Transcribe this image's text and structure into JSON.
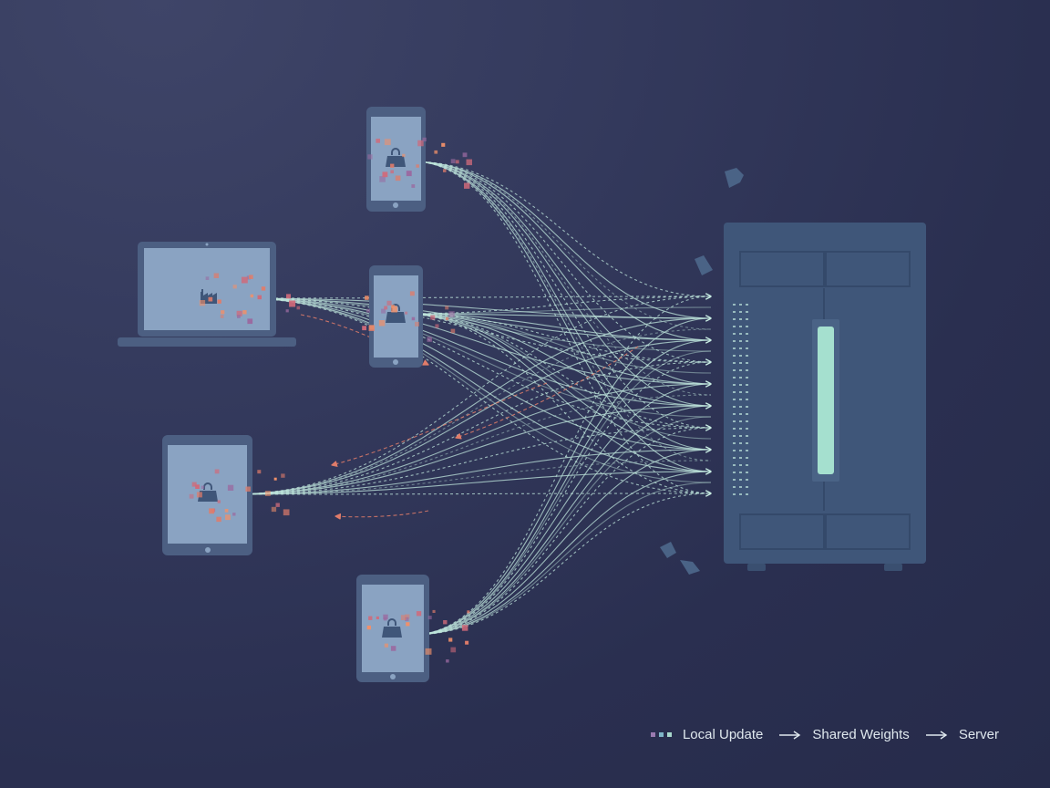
{
  "diagram": {
    "colors": {
      "background": "#2e3355",
      "device_frame": "#4c5f82",
      "device_screen": "#8aa3c2",
      "server_body": "#3f5679",
      "server_slot": "#9fdcc9",
      "link": "#bfe6dc",
      "local_update": "#e07c6a",
      "local_update_alt": "#9a6aa0"
    },
    "clients": [
      {
        "type": "phone",
        "icon": "lock-weight-icon"
      },
      {
        "type": "laptop",
        "icon": "factory-icon"
      },
      {
        "type": "phone",
        "icon": "lock-weight-icon"
      },
      {
        "type": "tablet",
        "icon": "lock-weight-icon"
      },
      {
        "type": "phone",
        "icon": "lock-weight-icon"
      }
    ],
    "server": {
      "icon": "server-icon"
    }
  },
  "legend": {
    "local_update": "Local Update",
    "shared_weights": "Shared Weights",
    "server": "Server"
  }
}
